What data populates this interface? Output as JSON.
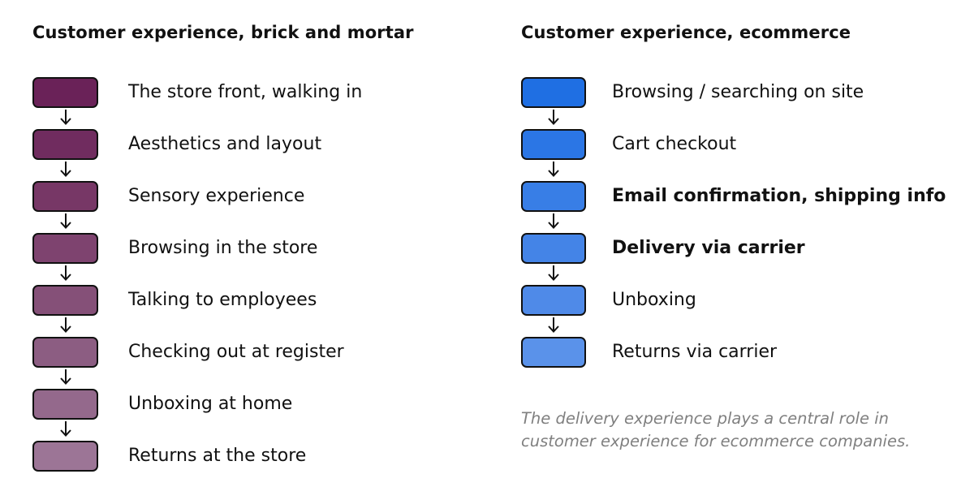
{
  "left_flow": {
    "title": "Customer experience, brick and mortar",
    "steps": [
      {
        "label": "The store front, walking in",
        "color": "#6a2258",
        "bold": false
      },
      {
        "label": "Aesthetics and layout",
        "color": "#702c5f",
        "bold": false
      },
      {
        "label": "Sensory experience",
        "color": "#773766",
        "bold": false
      },
      {
        "label": "Browsing in the store",
        "color": "#7e436f",
        "bold": false
      },
      {
        "label": "Talking to employees",
        "color": "#855078",
        "bold": false
      },
      {
        "label": "Checking out at register",
        "color": "#8c5d82",
        "bold": false
      },
      {
        "label": "Unboxing at home",
        "color": "#94698c",
        "bold": false
      },
      {
        "label": "Returns at the store",
        "color": "#9c7596",
        "bold": false
      }
    ]
  },
  "right_flow": {
    "title": "Customer experience, ecommerce",
    "steps": [
      {
        "label": "Browsing / searching on site",
        "color": "#1f6fe3",
        "bold": false
      },
      {
        "label": "Cart checkout",
        "color": "#2b76e5",
        "bold": false
      },
      {
        "label": "Email confirmation, shipping info",
        "color": "#387ee6",
        "bold": true
      },
      {
        "label": "Delivery via carrier",
        "color": "#4484e7",
        "bold": false,
        "bold_text": true
      },
      {
        "label": "Unboxing",
        "color": "#4f8ae8",
        "bold": false
      },
      {
        "label": "Returns via carrier",
        "color": "#5a92ea",
        "bold": false
      }
    ],
    "caption": "The delivery experience plays a central role in customer experience for ecommerce companies."
  }
}
